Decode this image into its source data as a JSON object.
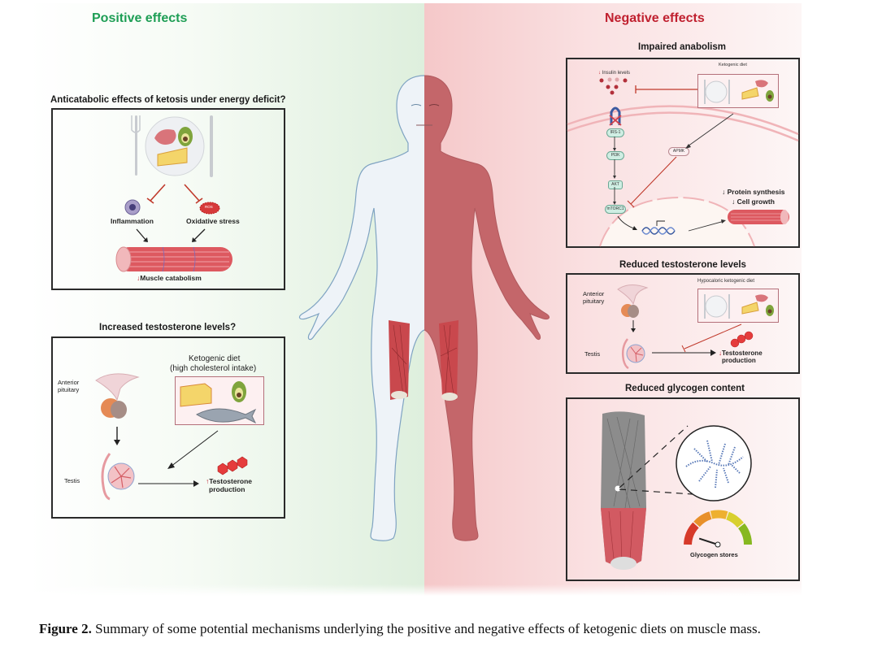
{
  "figure": {
    "left_header": "Positive effects",
    "right_header": "Negative effects",
    "colors": {
      "positive": "#1e9e55",
      "negative": "#c0202f",
      "muscle": "#d9545c",
      "node_fill": "#cfeee3"
    },
    "positive": {
      "anticatabolic": {
        "title": "Anticatabolic effects of ketosis under energy deficit?",
        "inflammation": "Inflammation",
        "oxidative_stress": "Oxidative stress",
        "ros": "ROS",
        "muscle_catabolism_arrow": "↓",
        "muscle_catabolism": "Muscle catabolism"
      },
      "testosterone": {
        "title": "Increased testosterone levels?",
        "diet_line1": "Ketogenic diet",
        "diet_line2": "(high cholesterol intake)",
        "anterior_pituitary_1": "Anterior",
        "anterior_pituitary_2": "pituitary",
        "testis": "Testis",
        "production_arrow": "↑",
        "production_line1": "Testosterone",
        "production_line2": "production"
      }
    },
    "negative": {
      "anabolism": {
        "title": "Impaired anabolism",
        "diet": "Ketogenic diet",
        "insulin_arrow": "↓",
        "insulin": "Insulin levels",
        "nodes": [
          "IRS-1",
          "PI3K",
          "AKT",
          "mTORC1"
        ],
        "apmk": "APMK",
        "protein_synthesis": "↓ Protein synthesis",
        "cell_growth": "↓ Cell growth"
      },
      "testosterone": {
        "title": "Reduced testosterone levels",
        "diet": "Hypocaloric ketogenic diet",
        "anterior_pituitary_1": "Anterior",
        "anterior_pituitary_2": "pituitary",
        "testis": "Testis",
        "production_arrow": "↓",
        "production_line1": "Testosterone",
        "production_line2": "production"
      },
      "glycogen": {
        "title": "Reduced glycogen content",
        "gauge_label": "Glycogen stores",
        "gauge_level": 0.1
      }
    }
  },
  "caption": {
    "label": "Figure 2.",
    "text": " Summary of some potential mechanisms underlying the positive and negative effects of ketogenic diets on muscle mass."
  }
}
